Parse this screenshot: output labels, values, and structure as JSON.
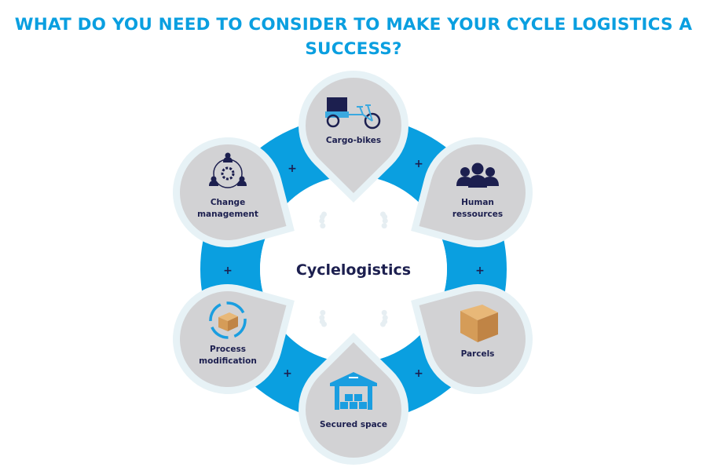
{
  "title_line1": "WHAT DO YOU NEED TO CONSIDER TO MAKE YOUR CYCLE LOGISTICS A",
  "title_line2": "SUCCESS?",
  "center_label": "Cyclelogistics",
  "connector_symbol": "+",
  "colors": {
    "ring": "#0a9fe0",
    "node_fill": "#d2d2d4",
    "node_border": "#e7f2f6",
    "text": "#1c1f4f",
    "title": "#0a9fe0"
  },
  "nodes": [
    {
      "lines": [
        "Cargo-bikes"
      ],
      "icon": "cargo-bike-icon"
    },
    {
      "lines": [
        "Human",
        "ressources"
      ],
      "icon": "people-group-icon"
    },
    {
      "lines": [
        "Parcels"
      ],
      "icon": "parcel-box-icon"
    },
    {
      "lines": [
        "Secured space"
      ],
      "icon": "warehouse-icon"
    },
    {
      "lines": [
        "Process",
        "modification"
      ],
      "icon": "cycle-box-icon"
    },
    {
      "lines": [
        "Change",
        "management"
      ],
      "icon": "team-gear-icon"
    }
  ]
}
